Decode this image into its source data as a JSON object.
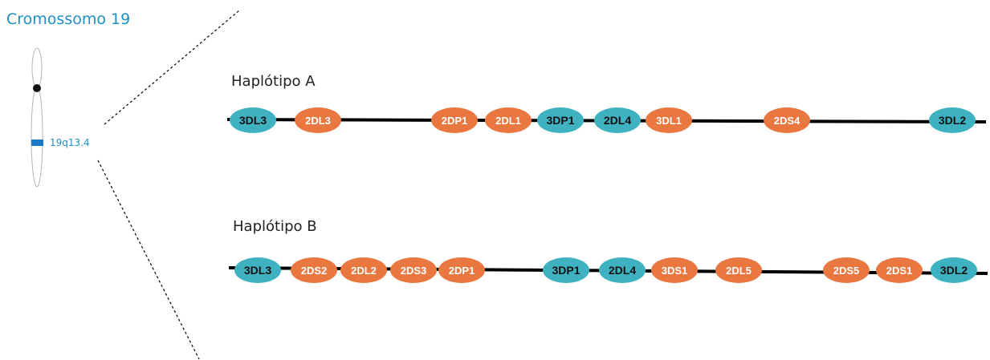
{
  "chromosome": {
    "title": "Cromossomo 19",
    "band_label": "19q13.4",
    "band_color": "#1a78c2",
    "centromere_color": "#111111"
  },
  "colors": {
    "framework_gene": "#3fb2c2",
    "variable_gene": "#e9773f",
    "backbone": "#000000"
  },
  "haplotypes": [
    {
      "title": "Haplótipo A",
      "genes": [
        {
          "label": "3DL3",
          "kind": "framework"
        },
        {
          "label": "2DL3",
          "kind": "variable"
        },
        {
          "label": "2DP1",
          "kind": "variable"
        },
        {
          "label": "2DL1",
          "kind": "variable"
        },
        {
          "label": "3DP1",
          "kind": "framework"
        },
        {
          "label": "2DL4",
          "kind": "framework"
        },
        {
          "label": "3DL1",
          "kind": "variable"
        },
        {
          "label": "2DS4",
          "kind": "variable"
        },
        {
          "label": "3DL2",
          "kind": "framework"
        }
      ]
    },
    {
      "title": "Haplótipo B",
      "genes": [
        {
          "label": "3DL3",
          "kind": "framework"
        },
        {
          "label": "2DS2",
          "kind": "variable"
        },
        {
          "label": "2DL2",
          "kind": "variable"
        },
        {
          "label": "2DS3",
          "kind": "variable"
        },
        {
          "label": "2DP1",
          "kind": "variable"
        },
        {
          "label": "3DP1",
          "kind": "framework"
        },
        {
          "label": "2DL4",
          "kind": "framework"
        },
        {
          "label": "3DS1",
          "kind": "variable"
        },
        {
          "label": "2DL5",
          "kind": "variable"
        },
        {
          "label": "2DS5",
          "kind": "variable"
        },
        {
          "label": "2DS1",
          "kind": "variable"
        },
        {
          "label": "3DL2",
          "kind": "framework"
        }
      ]
    }
  ]
}
